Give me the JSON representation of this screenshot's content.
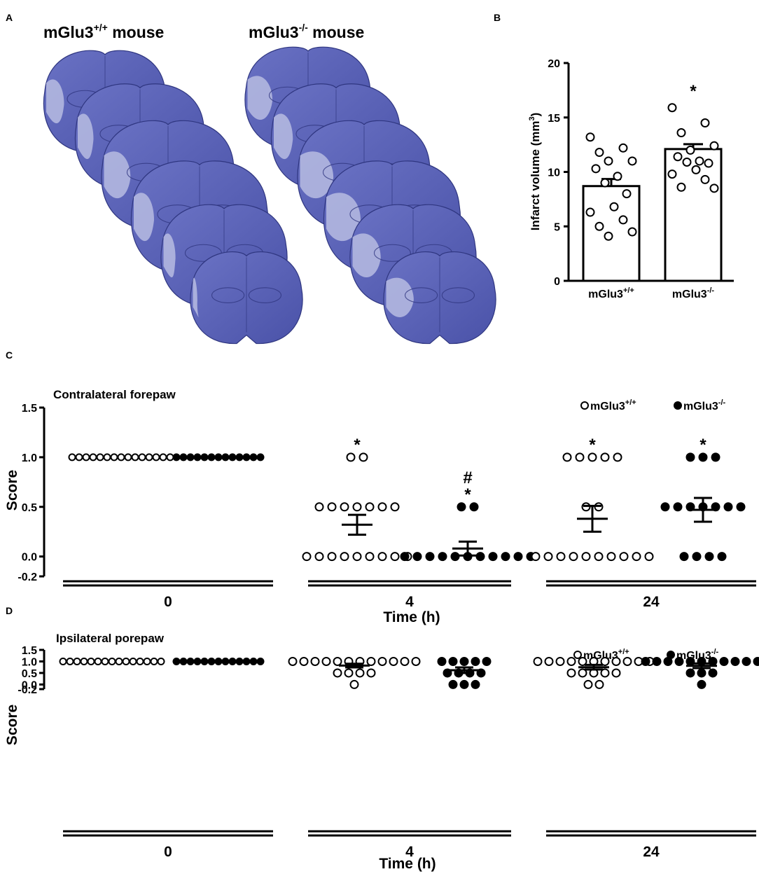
{
  "panel_letters": [
    "A",
    "B",
    "C",
    "D"
  ],
  "panel_a": {
    "left_title_base": "mGlu3",
    "left_title_sup": "+/+",
    "left_title_rest": " mouse",
    "right_title_base": "mGlu3",
    "right_title_sup": "-/-",
    "right_title_rest": " mouse",
    "colors": {
      "tissue": "#5a62b8",
      "tissue_dark": "#3f469a",
      "infarct": "#b7bce2",
      "edge": "#2f3680"
    }
  },
  "chart_data": [
    {
      "id": "B",
      "type": "bar",
      "ylabel_base": "Infarct volume (mm",
      "ylabel_sup": "3",
      "ylabel_end": ")",
      "ylim": [
        0,
        20
      ],
      "yticks": [
        0,
        5,
        10,
        15,
        20
      ],
      "categories": [
        {
          "base": "mGlu3",
          "sup": "+/+"
        },
        {
          "base": "mGlu3",
          "sup": "-/-"
        }
      ],
      "values": [
        8.7,
        12.1
      ],
      "sem": [
        0.65,
        0.45
      ],
      "points": [
        [
          13.2,
          12.2,
          11.8,
          11.0,
          11.0,
          10.3,
          9.6,
          9.0,
          8.0,
          6.8,
          6.3,
          5.6,
          5.0,
          4.5,
          4.1
        ],
        [
          15.9,
          14.5,
          13.6,
          12.4,
          12.0,
          11.4,
          11.0,
          10.9,
          10.8,
          10.2,
          9.8,
          9.3,
          8.6,
          8.5
        ]
      ],
      "annotations": [
        {
          "group": 1,
          "text": "*"
        }
      ],
      "colors": {
        "bar": "#ffffff",
        "edge": "#000000"
      }
    },
    {
      "id": "C",
      "type": "scatter",
      "title": "Contralateral forepaw",
      "ylabel": "Score",
      "xlabel": "Time (h)",
      "ylim": [
        -0.2,
        1.5
      ],
      "yticks": [
        "1.5",
        "1.0",
        "0.5",
        "0.0",
        "-0.2"
      ],
      "x_categories": [
        "0",
        "4",
        "24"
      ],
      "legend": [
        {
          "base": "mGlu3",
          "sup": "+/+",
          "filled": false
        },
        {
          "base": "mGlu3",
          "sup": "-/-",
          "filled": true
        }
      ],
      "groups": [
        {
          "time": "0",
          "genotype": "mGlu3+/+",
          "filled": false,
          "counts": [
            [
              1.0,
              15
            ]
          ]
        },
        {
          "time": "0",
          "genotype": "mGlu3-/-",
          "filled": true,
          "counts": [
            [
              1.0,
              13
            ]
          ]
        },
        {
          "time": "4",
          "genotype": "mGlu3+/+",
          "filled": false,
          "counts": [
            [
              1.0,
              2
            ],
            [
              0.5,
              7
            ],
            [
              0.0,
              9
            ]
          ],
          "mean": 0.32,
          "sem": 0.1,
          "annot": "*"
        },
        {
          "time": "4",
          "genotype": "mGlu3-/-",
          "filled": true,
          "counts": [
            [
              0.5,
              2
            ],
            [
              0.0,
              11
            ]
          ],
          "mean": 0.08,
          "sem": 0.07,
          "annot": "#\n*"
        },
        {
          "time": "24",
          "genotype": "mGlu3+/+",
          "filled": false,
          "counts": [
            [
              1.0,
              5
            ],
            [
              0.5,
              2
            ],
            [
              0.0,
              10
            ]
          ],
          "mean": 0.38,
          "sem": 0.13,
          "annot": "*"
        },
        {
          "time": "24",
          "genotype": "mGlu3-/-",
          "filled": true,
          "counts": [
            [
              1.0,
              3
            ],
            [
              0.5,
              7
            ],
            [
              0.0,
              4
            ]
          ],
          "mean": 0.47,
          "sem": 0.12,
          "annot": "*"
        }
      ]
    },
    {
      "id": "D",
      "type": "scatter",
      "title": "Ipsilateral porepaw",
      "ylabel": "Score",
      "xlabel": "Time (h)",
      "ylim": [
        -0.2,
        1.5
      ],
      "yticks": [
        "1.5",
        "1.0",
        "0.5",
        "0.0",
        "-0.2"
      ],
      "x_categories": [
        "0",
        "4",
        "24"
      ],
      "legend": [
        {
          "base": "mGlu3",
          "sup": "+/+",
          "filled": false
        },
        {
          "base": "mGlu3",
          "sup": "-/-",
          "filled": true
        }
      ],
      "groups": [
        {
          "time": "0",
          "genotype": "mGlu3+/+",
          "filled": false,
          "counts": [
            [
              1.0,
              15
            ]
          ]
        },
        {
          "time": "0",
          "genotype": "mGlu3-/-",
          "filled": true,
          "counts": [
            [
              1.0,
              13
            ]
          ]
        },
        {
          "time": "4",
          "genotype": "mGlu3+/+",
          "filled": false,
          "counts": [
            [
              1.0,
              12
            ],
            [
              0.5,
              4
            ],
            [
              0.0,
              1
            ]
          ],
          "mean": 0.82,
          "sem": 0.08
        },
        {
          "time": "4",
          "genotype": "mGlu3-/-",
          "filled": true,
          "counts": [
            [
              1.0,
              5
            ],
            [
              0.5,
              4
            ],
            [
              0.0,
              3
            ]
          ],
          "mean": 0.62,
          "sem": 0.12
        },
        {
          "time": "24",
          "genotype": "mGlu3+/+",
          "filled": false,
          "counts": [
            [
              1.0,
              11
            ],
            [
              0.5,
              5
            ],
            [
              0.0,
              2
            ]
          ],
          "mean": 0.75,
          "sem": 0.1
        },
        {
          "time": "24",
          "genotype": "mGlu3-/-",
          "filled": true,
          "counts": [
            [
              1.0,
              11
            ],
            [
              0.5,
              3
            ],
            [
              0.0,
              1
            ]
          ],
          "mean": 0.81,
          "sem": 0.1
        }
      ]
    }
  ]
}
